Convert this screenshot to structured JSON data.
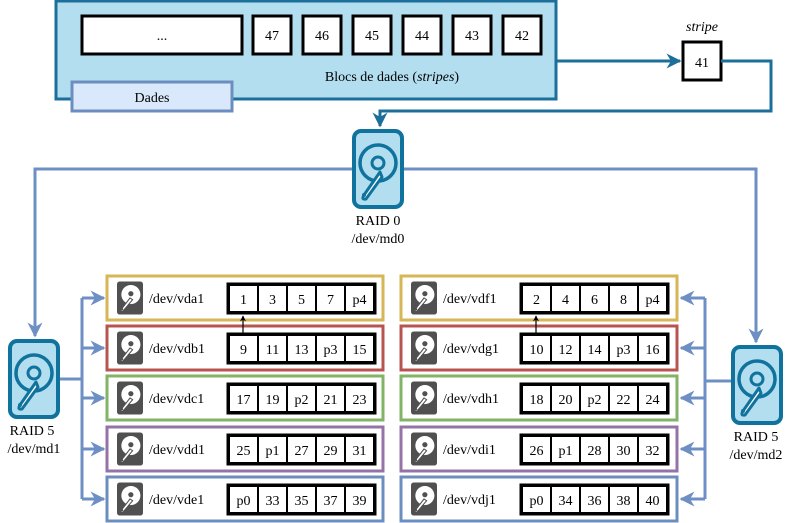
{
  "data_source": {
    "label": "Dades",
    "caption_prefix": "Blocs de dades (",
    "caption_italic": "stripes",
    "caption_suffix": ")",
    "blocks": [
      "...",
      "47",
      "46",
      "45",
      "44",
      "43",
      "42"
    ]
  },
  "current_stripe": {
    "label": "stripe",
    "value": "41"
  },
  "raid0": {
    "level": "RAID 0",
    "device": "/dev/md0"
  },
  "raid5_left": {
    "level": "RAID 5",
    "device": "/dev/md1"
  },
  "raid5_right": {
    "level": "RAID 5",
    "device": "/dev/md2"
  },
  "colors": {
    "data_fill": "#b3def0",
    "data_border": "#1b6f9a",
    "dades_fill": "#dae8fc",
    "dades_border": "#6c8ebf",
    "connector_dark": "#1b6f9a",
    "connector_light": "#6e8fc4",
    "disk_fill": "#b3def0",
    "disk_stroke": "#10739e",
    "member_disk_icon": "#505050",
    "row_borders": [
      "#d6b656",
      "#b85450",
      "#82b366",
      "#9673a6",
      "#6c8ebf"
    ]
  },
  "left_array": {
    "disks": [
      {
        "device": "/dev/vda1",
        "cells": [
          "1",
          "3",
          "5",
          "7",
          "p4"
        ]
      },
      {
        "device": "/dev/vdb1",
        "cells": [
          "9",
          "11",
          "13",
          "p3",
          "15"
        ]
      },
      {
        "device": "/dev/vdc1",
        "cells": [
          "17",
          "19",
          "p2",
          "21",
          "23"
        ]
      },
      {
        "device": "/dev/vdd1",
        "cells": [
          "25",
          "p1",
          "27",
          "29",
          "31"
        ]
      },
      {
        "device": "/dev/vde1",
        "cells": [
          "p0",
          "33",
          "35",
          "37",
          "39"
        ]
      }
    ]
  },
  "right_array": {
    "disks": [
      {
        "device": "/dev/vdf1",
        "cells": [
          "2",
          "4",
          "6",
          "8",
          "p4"
        ]
      },
      {
        "device": "/dev/vdg1",
        "cells": [
          "10",
          "12",
          "14",
          "p3",
          "16"
        ]
      },
      {
        "device": "/dev/vdh1",
        "cells": [
          "18",
          "20",
          "p2",
          "22",
          "24"
        ]
      },
      {
        "device": "/dev/vdi1",
        "cells": [
          "26",
          "p1",
          "28",
          "30",
          "32"
        ]
      },
      {
        "device": "/dev/vdj1",
        "cells": [
          "p0",
          "34",
          "36",
          "38",
          "40"
        ]
      }
    ]
  }
}
